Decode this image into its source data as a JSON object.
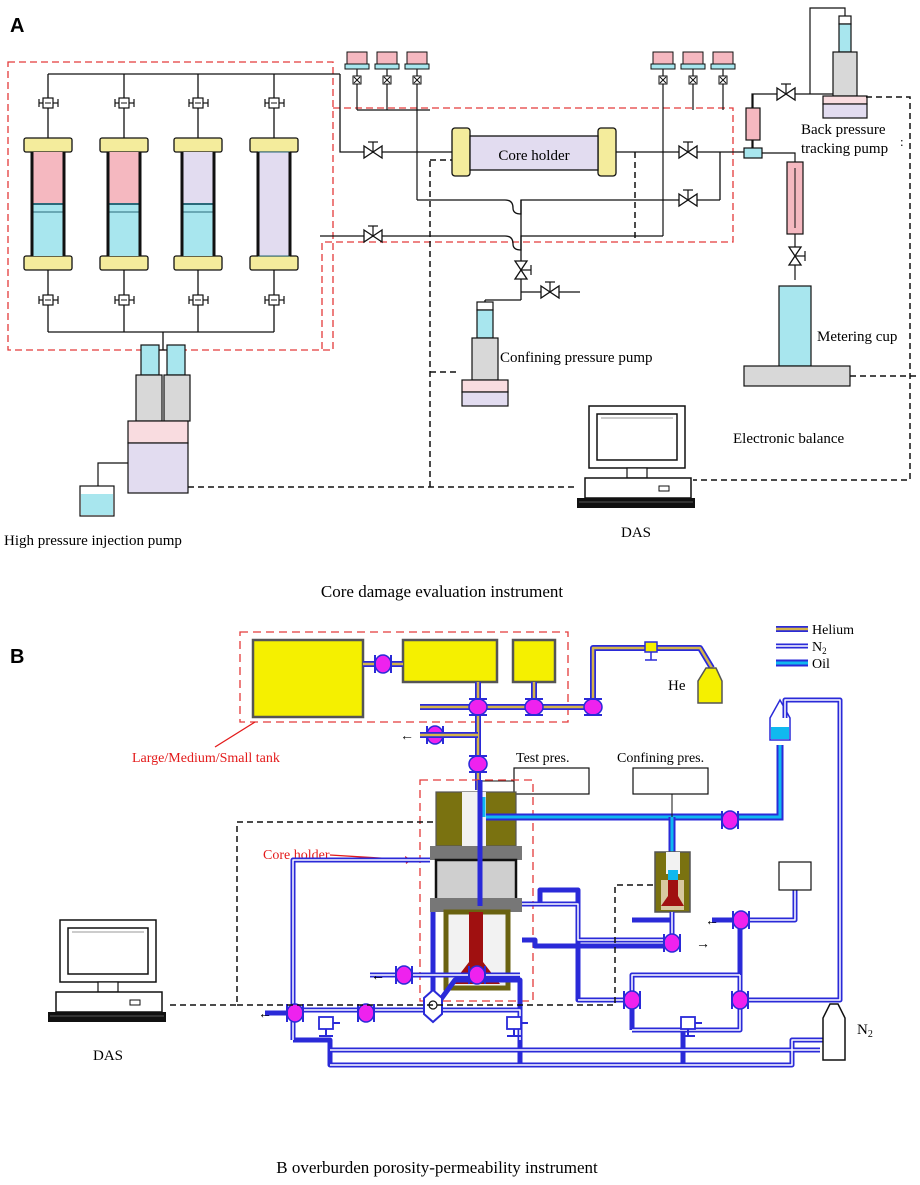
{
  "panel_a": {
    "letter": "A",
    "caption": "Core damage evaluation instrument",
    "labels": {
      "core_holder": "Core holder",
      "back_pressure_line1": "Back pressure",
      "back_pressure_line2": "tracking pump",
      "confining_pump": "Confining pressure pump",
      "metering_cup": "Metering cup",
      "electronic_balance": "Electronic balance",
      "das": "DAS",
      "injection_pump": "High pressure injection pump"
    }
  },
  "panel_b": {
    "letter": "B",
    "caption": "B overburden porosity-permeability instrument",
    "labels": {
      "tank": "Large/Medium/Small tank",
      "core_holder": "Core holder",
      "test_pres": "Test pres.",
      "confining_pres": "Confining pres.",
      "he": "He",
      "n2_bottle_main": "N",
      "n2_bottle_sub": "2",
      "das": "DAS"
    },
    "legend": [
      {
        "name": "Helium",
        "color": "#d4b44a"
      },
      {
        "name": "N",
        "sub": "2",
        "color": "#2a2ad8"
      },
      {
        "name": "Oil",
        "color": "#10b8ef"
      }
    ]
  },
  "colors": {
    "red_dash": "#e33a3a",
    "pink": "#f5b8c0",
    "cyan": "#a8e6ee",
    "lavender": "#e2dcf0",
    "cap_yellow": "#f4ec9c",
    "tank_yellow": "#f5f000",
    "valve_magenta": "#ee22ee",
    "pipe_blue": "#2a2ad8",
    "oil_cyan": "#10b8ef",
    "olive": "#8a7a10",
    "dark_red": "#a01010",
    "annotation_red": "#e31a1a"
  }
}
